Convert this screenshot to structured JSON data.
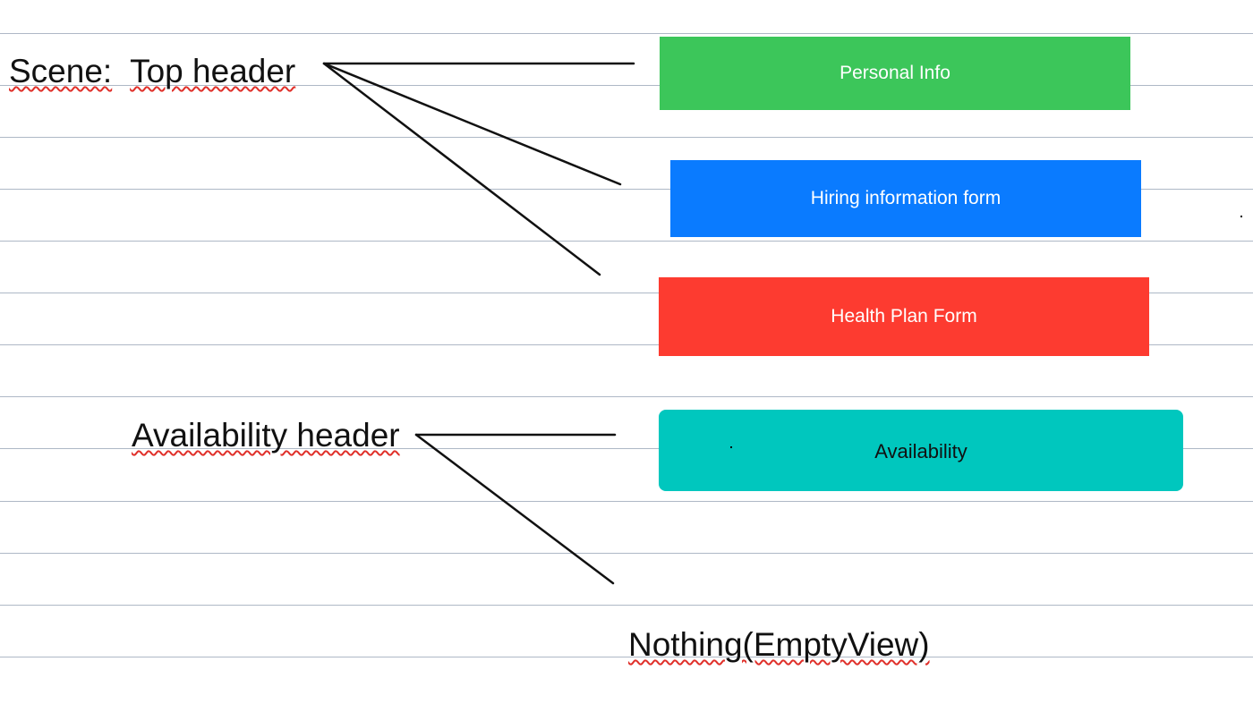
{
  "labels": {
    "scene_prefix": "Scene:",
    "top_header": "Top header",
    "availability_header": "Availability header",
    "nothing_empty_view": "Nothing(EmptyView)"
  },
  "boxes": {
    "personal_info": {
      "text": "Personal Info",
      "color": "#3cc65a"
    },
    "hiring_information_form": {
      "text": "Hiring information form",
      "color": "#0a7bff"
    },
    "health_plan_form": {
      "text": "Health Plan Form",
      "color": "#fd3b30"
    },
    "availability": {
      "text": "Availability",
      "color": "#00c7be"
    }
  },
  "colors": {
    "ruled_line": "#aeb8c6",
    "connector": "#111111",
    "spellcheck_underline": "#e0302a"
  }
}
